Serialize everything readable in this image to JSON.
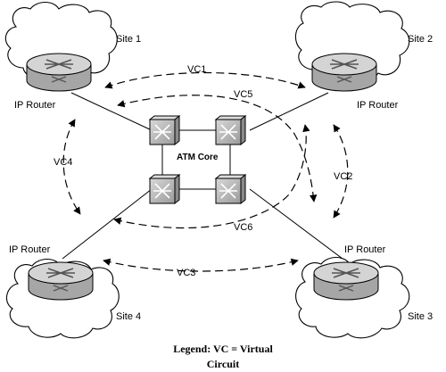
{
  "sites": [
    {
      "id": "site1",
      "label": "Site 1",
      "router_label": "IP Router"
    },
    {
      "id": "site2",
      "label": "Site 2",
      "router_label": "IP Router"
    },
    {
      "id": "site3",
      "label": "Site 3",
      "router_label": "IP Router"
    },
    {
      "id": "site4",
      "label": "Site 4",
      "router_label": "IP Router"
    }
  ],
  "core": {
    "label": "ATM Core",
    "switch_count": 4
  },
  "virtual_circuits": [
    {
      "id": "vc1",
      "label": "VC1",
      "between": [
        "site1",
        "site2"
      ]
    },
    {
      "id": "vc2",
      "label": "VC2",
      "between": [
        "site2",
        "site3"
      ]
    },
    {
      "id": "vc3",
      "label": "VC3",
      "between": [
        "site4",
        "site3"
      ]
    },
    {
      "id": "vc4",
      "label": "VC4",
      "between": [
        "site1",
        "site4"
      ]
    },
    {
      "id": "vc5",
      "label": "VC5",
      "between": [
        "site1",
        "site3"
      ]
    },
    {
      "id": "vc6",
      "label": "VC6",
      "between": [
        "site4",
        "site2"
      ]
    }
  ],
  "legend": {
    "line1": "Legend: VC = Virtual",
    "line2": "Circuit"
  },
  "colors": {
    "router_top": "#d4d4d4",
    "router_side": "#a6a6a6",
    "switch_fill": "#b8b8b8",
    "line": "#000000"
  }
}
